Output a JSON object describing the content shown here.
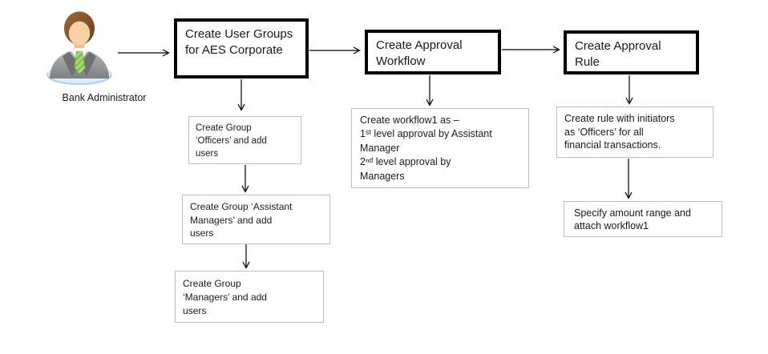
{
  "actor": {
    "label": "Bank Administrator",
    "icon": "person-avatar-icon"
  },
  "steps": {
    "user_groups": {
      "title": "Create User Groups\nfor AES Corporate"
    },
    "approval_workflow": {
      "title": "Create Approval\nWorkflow"
    },
    "approval_rule": {
      "title": "Create Approval\nRule"
    }
  },
  "notes": {
    "officers": "Create Group\n‘Officers’ and add\nusers",
    "assistant_managers": "Create Group ‘Assistant\nManagers’ and add\nusers",
    "managers": "Create Group\n‘Managers’ and add\nusers",
    "workflow1": "Create workflow1 as –\n1ˢᵗ level approval by Assistant\nManager\n2ⁿᵈ level approval by\nManagers",
    "rule_initiators": "Create rule with initiators\nas ‘Officers’ for all\nfinancial transactions.",
    "amount_range": "Specify amount range and\nattach workflow1"
  },
  "colors": {
    "background": "#ffffff",
    "text": "#1a1a1a",
    "box_border_strong": "#000000",
    "box_border_light": "#bfbfbf",
    "avatar_suit": "#8f9192",
    "avatar_lapel": "#6e7071",
    "avatar_shirt": "#f4f5f5",
    "avatar_tie_green": "#7cc143",
    "avatar_hair": "#7d4e27",
    "avatar_skin": "#f9d1a6",
    "avatar_base_blue": "#dcebf6"
  }
}
